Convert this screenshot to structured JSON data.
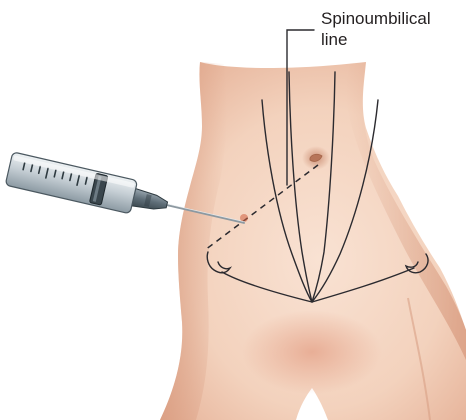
{
  "annotation": {
    "lines": [
      "Spinoumbilical",
      "line"
    ]
  },
  "colors": {
    "skin_light": "#f7dccb",
    "skin_mid": "#eec3aa",
    "skin_shadow": "#d99a80",
    "outline": "#2b2a2f",
    "navel": "#c98a6f",
    "syringe_barrel": "#c9d2d8",
    "syringe_dark": "#55646e",
    "needle": "#8d99a1",
    "puncture": "#d0603f",
    "label_text": "#231f20"
  },
  "icons": {
    "syringe": "syringe-icon",
    "navel": "navel-marker"
  }
}
